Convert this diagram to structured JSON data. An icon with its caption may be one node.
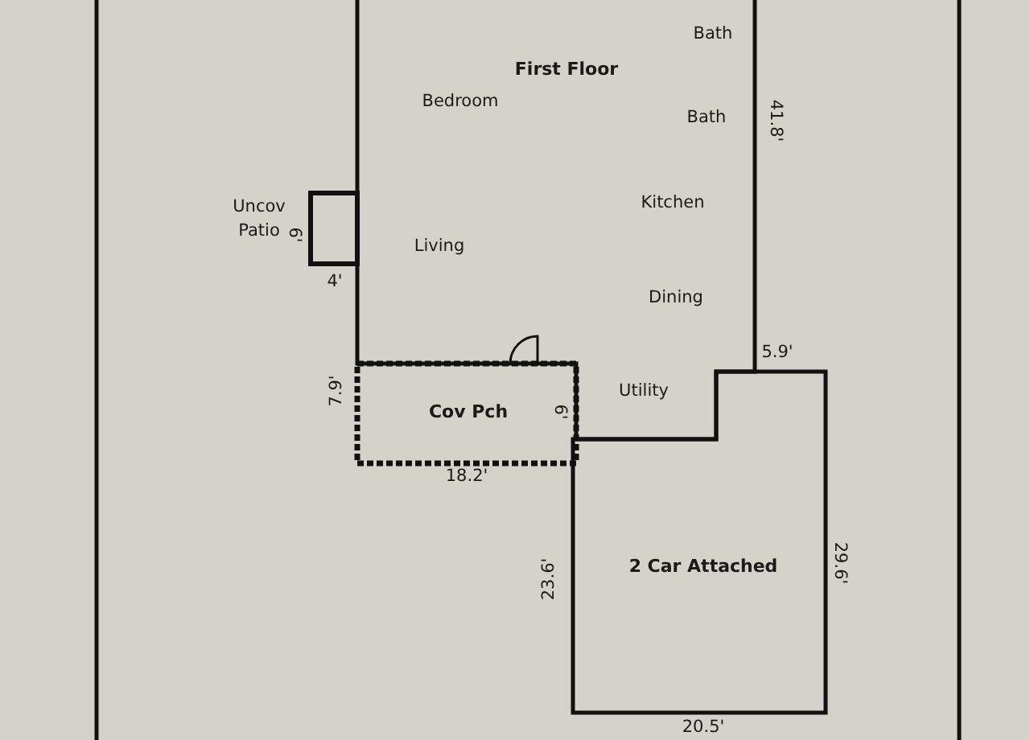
{
  "diagram": {
    "nodes": [
      {
        "text": [
          "Bath",
          "First Floor",
          "Bedroom",
          "Bath",
          "Kitchen",
          "Living",
          "Dining",
          "Utility"
        ]
      },
      {
        "text": [
          "Uncov Patio"
        ]
      },
      {
        "text": [
          "Cov Pch"
        ]
      },
      {
        "text": [
          "2 Car Attached"
        ]
      }
    ],
    "labels": [
      "41.8'",
      "6'",
      "4'",
      "5.9'",
      "7.9'",
      "6'",
      "18.2'",
      "23.6'",
      "29.6'",
      "20.5'"
    ]
  }
}
